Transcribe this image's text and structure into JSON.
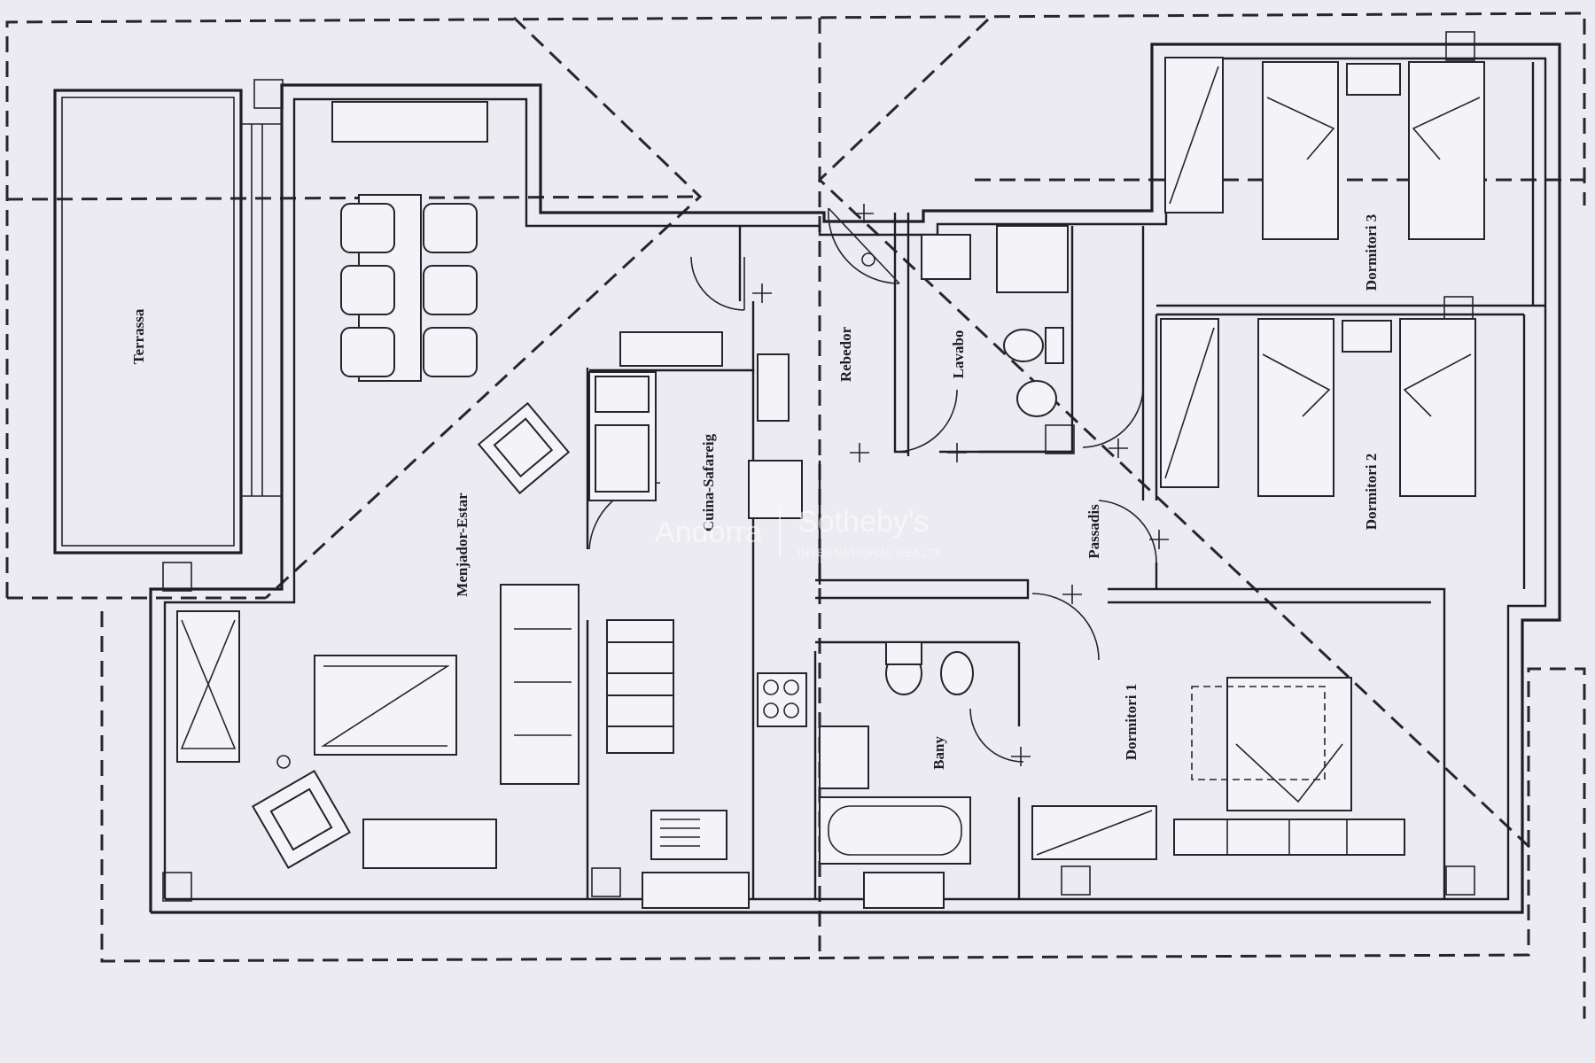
{
  "plan": {
    "rooms": [
      {
        "id": "terrassa",
        "label": "Terrassa"
      },
      {
        "id": "menjador",
        "label": "Menjador-Estar"
      },
      {
        "id": "cuina",
        "label": "Cuina-Safareig"
      },
      {
        "id": "rebedor",
        "label": "Rebedor"
      },
      {
        "id": "lavabo",
        "label": "Lavabo"
      },
      {
        "id": "passadis",
        "label": "Passadis"
      },
      {
        "id": "bany",
        "label": "Bany"
      },
      {
        "id": "dormitori1",
        "label": "Dormitori 1"
      },
      {
        "id": "dormitori2",
        "label": "Dormitori 2"
      },
      {
        "id": "dormitori3",
        "label": "Dormitori 3"
      }
    ]
  },
  "watermark": {
    "left": "Andorra",
    "right": "Sotheby's",
    "sub": "INTERNATIONAL REALTY"
  },
  "colors": {
    "paper": "#ecebf1",
    "ink": "#1d1d24"
  }
}
